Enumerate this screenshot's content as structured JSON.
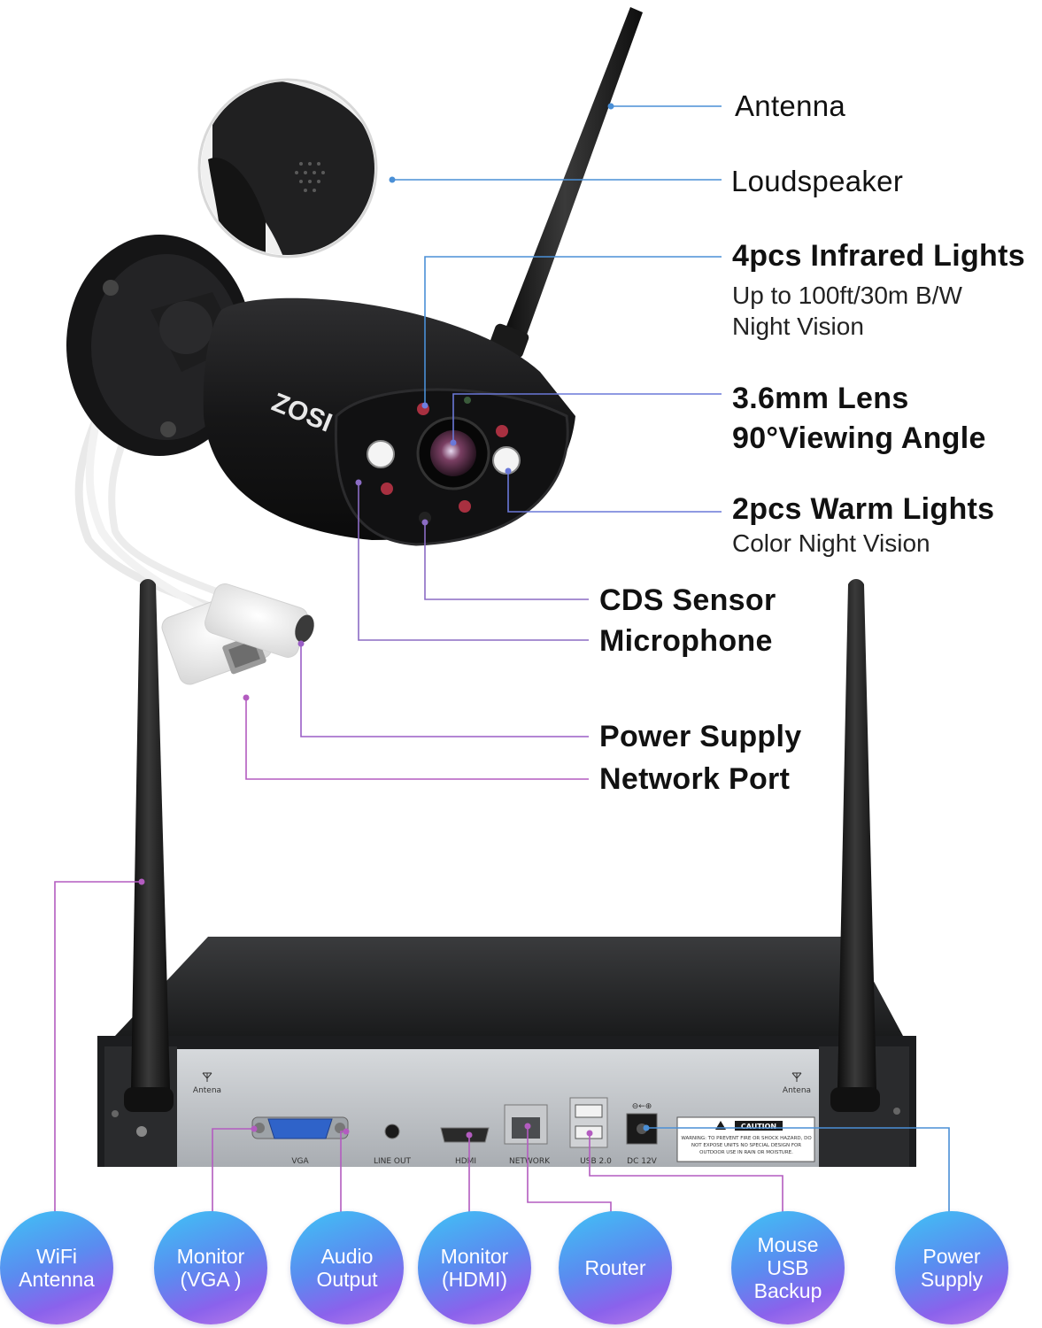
{
  "brand": "ZOSI",
  "camera_callouts": {
    "antenna": "Antenna",
    "loudspeaker": "Loudspeaker",
    "infrared_title": "4pcs Infrared Lights",
    "infrared_sub1": "Up to 100ft/30m B/W",
    "infrared_sub2": "Night Vision",
    "lens_title": "3.6mm Lens",
    "lens_sub": "90°Viewing Angle",
    "warm_title": "2pcs Warm Lights",
    "warm_sub": "Color Night Vision",
    "cds": "CDS Sensor",
    "microphone": "Microphone",
    "power_supply": "Power Supply",
    "network_port": "Network Port"
  },
  "nvr_panel": {
    "antena_left": "Antena",
    "antena_right": "Antena",
    "vga": "VGA",
    "line_out": "LINE OUT",
    "hdmi": "HDMI",
    "network": "NETWORK",
    "usb": "USB 2.0",
    "dc": "DC 12V",
    "caution_title": "CAUTION",
    "caution_line1": "WARNING: TO PREVENT FIRE OR SHOCK HAZARD, DO",
    "caution_line2": "NOT EXPOSE UNITS NO SPECIAL DESIGN FOR",
    "caution_line3": "OUTDOOR USE IN RAIN OR MOISTURE."
  },
  "bubbles": [
    {
      "label": "WiFi\nAntenna"
    },
    {
      "label": "Monitor\n(VGA )"
    },
    {
      "label": "Audio\nOutput"
    },
    {
      "label": "Monitor\n(HDMI)"
    },
    {
      "label": "Router"
    },
    {
      "label": "Mouse\nUSB\nBackup"
    },
    {
      "label": "Power\nSupply"
    }
  ],
  "colors": {
    "blue_line": "#4a8fd6",
    "purple_line": "#8b6cc4",
    "pink_line": "#b35cc0",
    "camera_body": "#1b1b1c",
    "nvr_panel": "#b9bdc2"
  }
}
